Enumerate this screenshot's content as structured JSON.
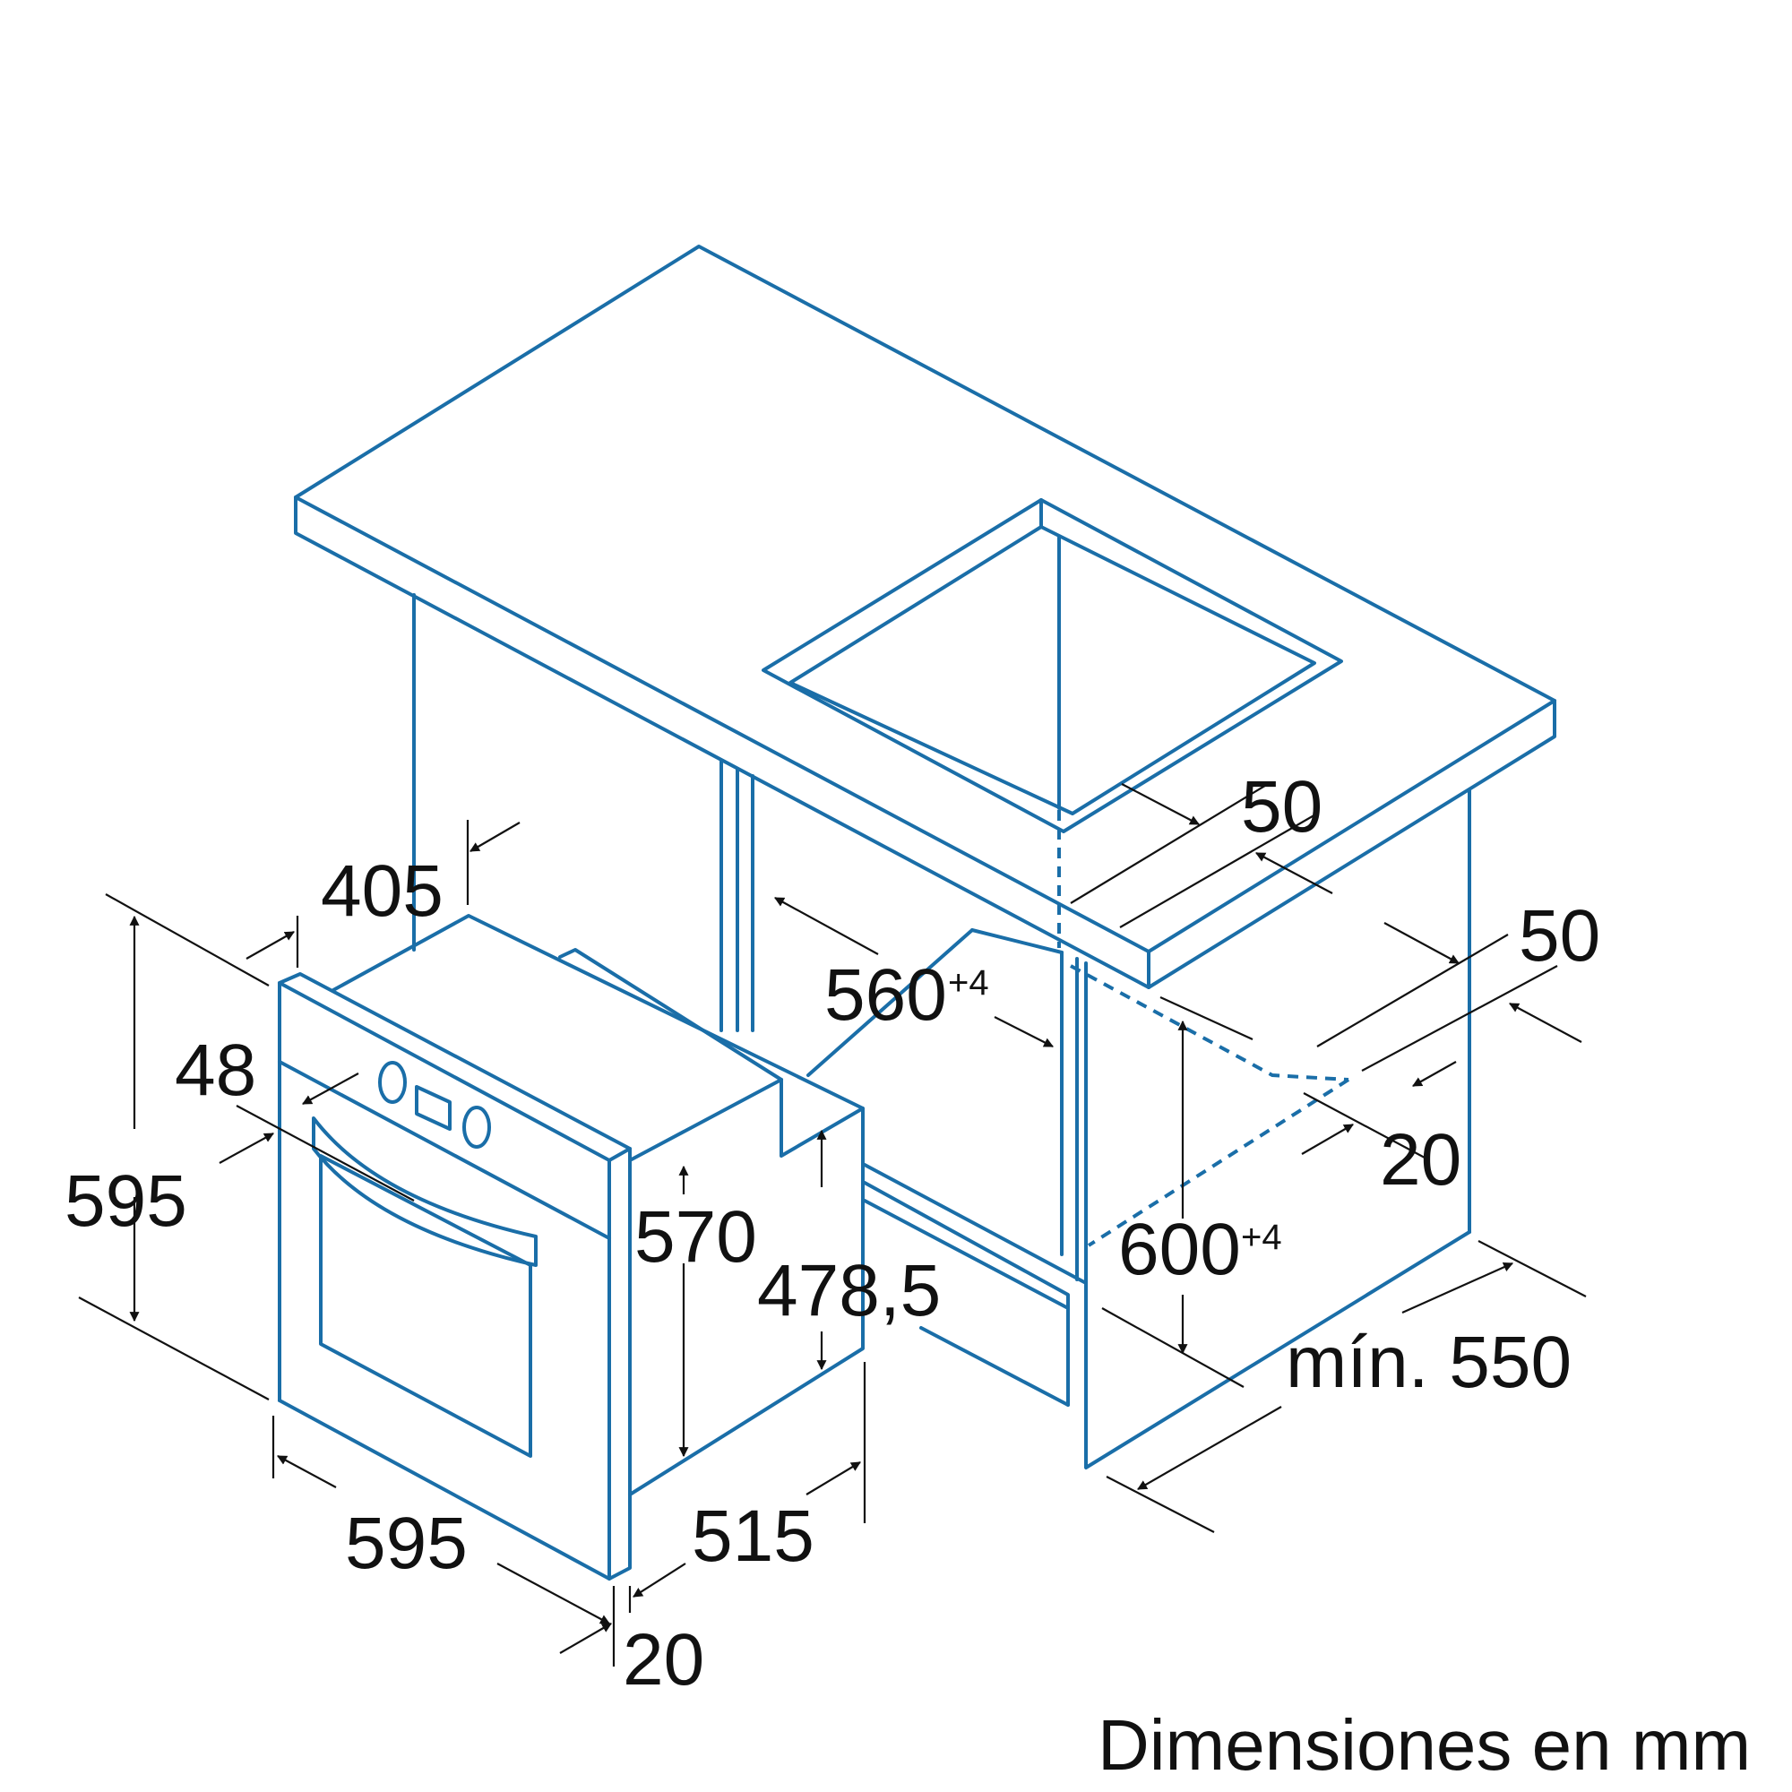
{
  "colors": {
    "outline": "#1a6ea8",
    "dimension": "#111111",
    "background": "#ffffff"
  },
  "labels": {
    "oven_top_depth": "405",
    "oven_height": "595",
    "oven_panel_thickness": "48",
    "oven_width": "595",
    "front_thickness": "20",
    "body_height": "570",
    "rear_height": "478,5",
    "body_depth": "515",
    "niche_width": "560",
    "niche_width_tol": "+4",
    "niche_height": "600",
    "niche_height_tol": "+4",
    "vent_front": "50",
    "vent_side": "50",
    "rear_gap": "20",
    "cabinet_depth": "mín. 550"
  },
  "caption": "Dimensiones en mm"
}
